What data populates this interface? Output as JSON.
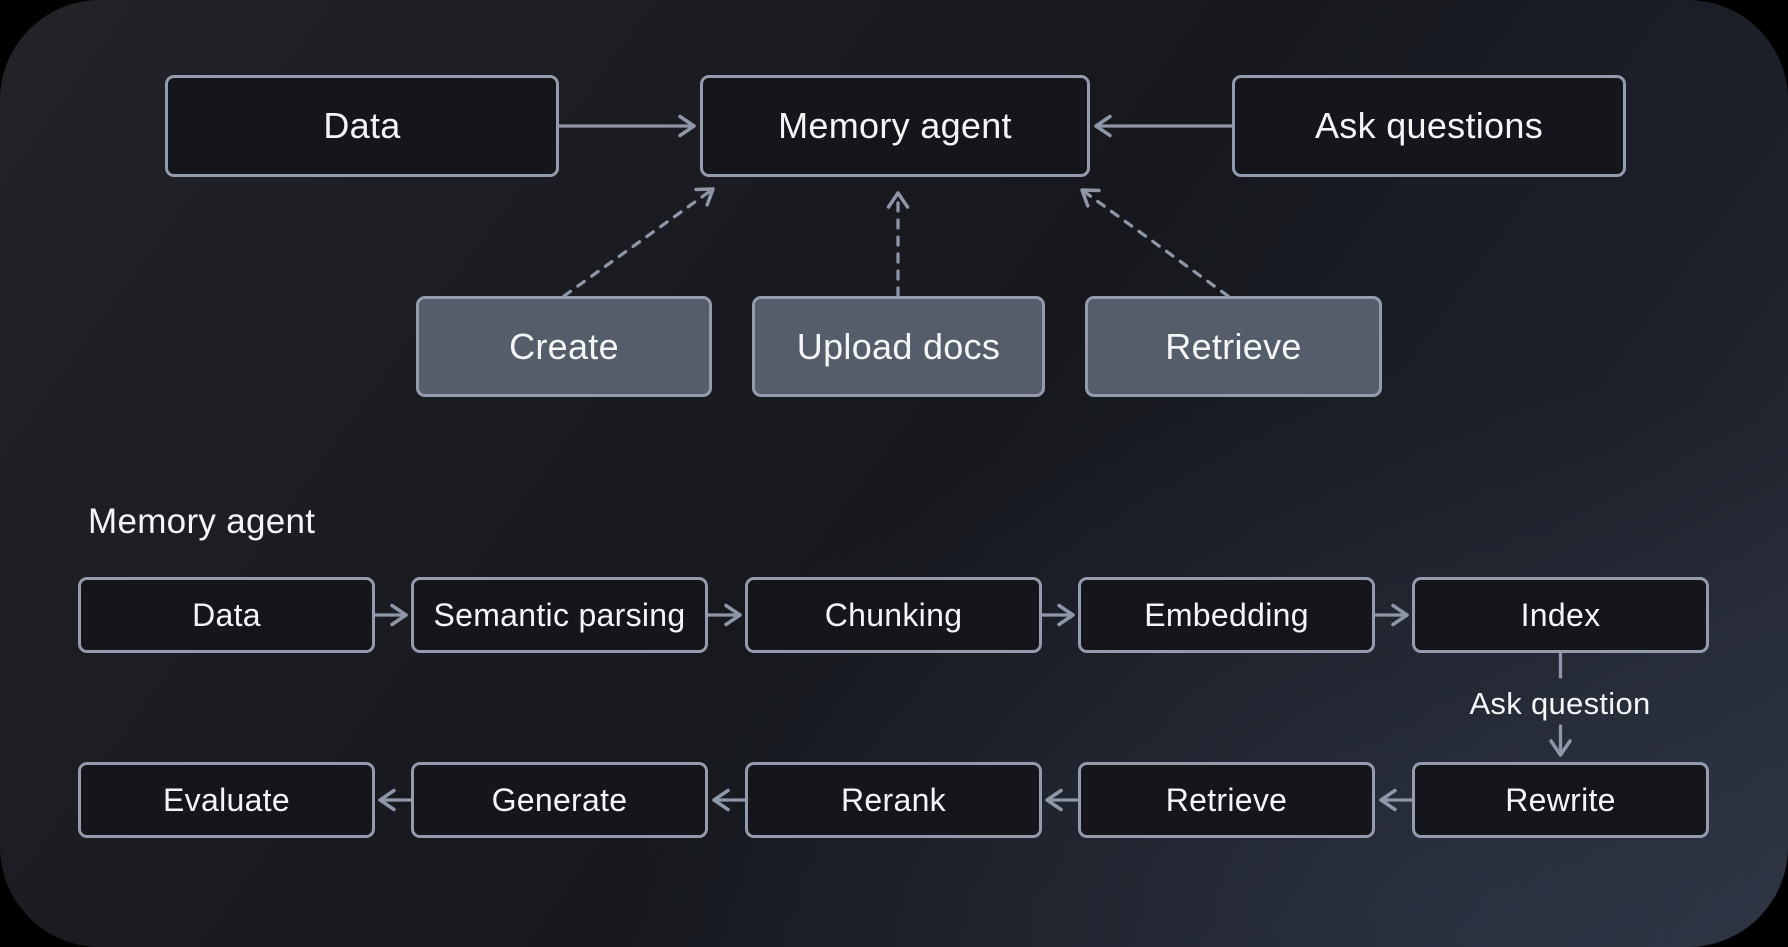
{
  "overview": {
    "data_label": "Data",
    "memory_agent_label": "Memory agent",
    "ask_questions_label": "Ask questions",
    "create_label": "Create",
    "upload_docs_label": "Upload docs",
    "retrieve_label": "Retrieve"
  },
  "pipeline": {
    "section_title": "Memory agent",
    "ingest_row": [
      "Data",
      "Semantic parsing",
      "Chunking",
      "Embedding",
      "Index"
    ],
    "ask_question_label": "Ask question",
    "answer_row": [
      "Evaluate",
      "Generate",
      "Rerank",
      "Retrieve",
      "Rewrite"
    ]
  },
  "edges": [
    "Data -> Memory agent",
    "Ask questions -> Memory agent",
    "Create -> Memory agent (dashed)",
    "Upload docs -> Memory agent (dashed)",
    "Retrieve -> Memory agent (dashed)",
    "Data -> Semantic parsing",
    "Semantic parsing -> Chunking",
    "Chunking -> Embedding",
    "Embedding -> Index",
    "Index -> Rewrite (Ask question)",
    "Rewrite -> Retrieve",
    "Retrieve -> Rerank",
    "Rerank -> Generate",
    "Generate -> Evaluate"
  ],
  "colors": {
    "background_start": "#222429",
    "background_end": "#2b303d",
    "node_dark_fill": "#15161b",
    "node_gray_fill": "#565d6a",
    "node_border": "#939bac",
    "edge": "#8e96a7",
    "text": "#f4f5f7"
  }
}
